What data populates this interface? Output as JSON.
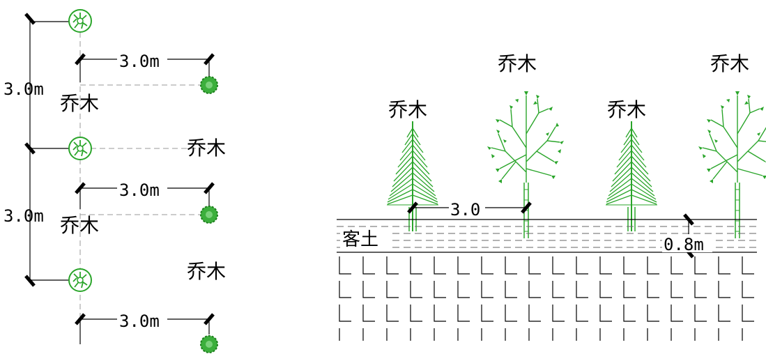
{
  "labels": {
    "tree": "乔木",
    "soil": "客土"
  },
  "dimensions": {
    "plan_spacing_horizontal": "3.0m",
    "plan_spacing_vertical": "3.0m",
    "section_spacing": "3.0",
    "soil_depth": "0.8m"
  },
  "colors": {
    "tree_green": "#2aa52a",
    "line": "#000000",
    "guide": "#999999"
  }
}
